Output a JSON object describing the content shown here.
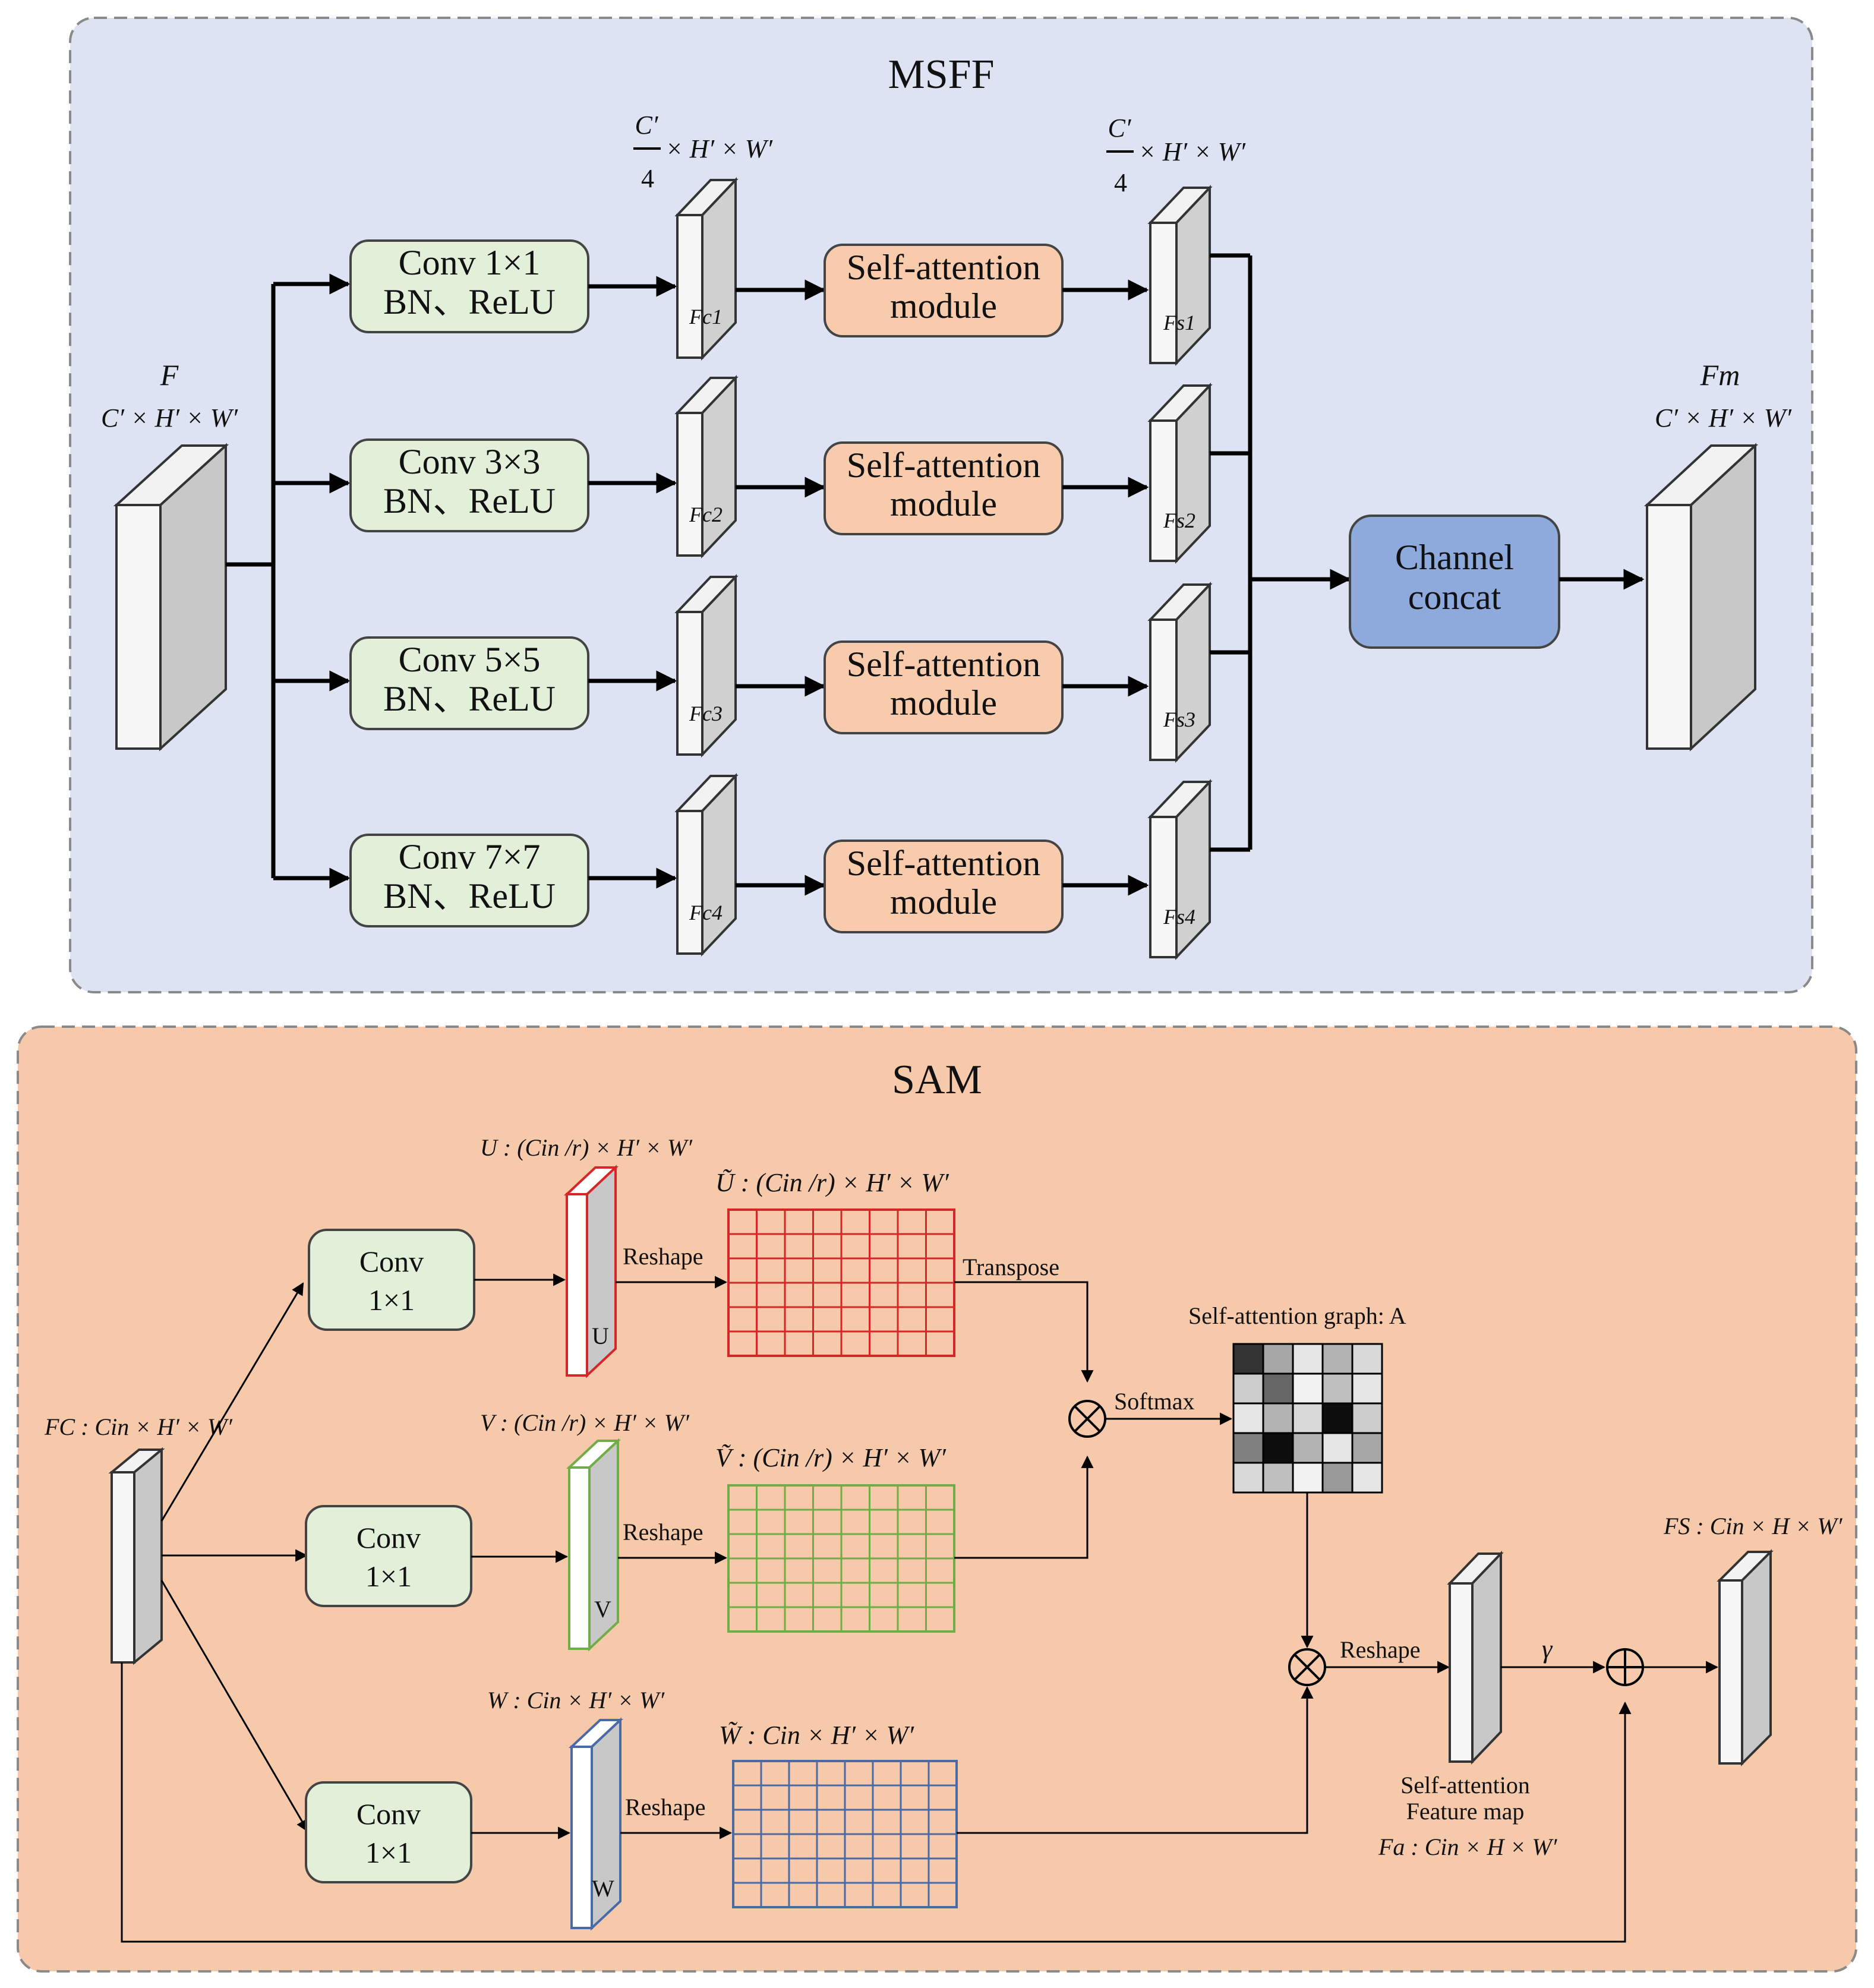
{
  "msff": {
    "title": "MSFF",
    "input": {
      "name": "F",
      "dims": "C′ × H′ × W′"
    },
    "branch_dims": {
      "numerator": "C′",
      "denominator": "4",
      "rest": "× H′ × W′"
    },
    "branches": [
      {
        "conv_line1": "Conv 1×1",
        "conv_line2": "BN、ReLU",
        "fc": "Fc1",
        "attn_line1": "Self-attention",
        "attn_line2": "module",
        "fs": "Fs1"
      },
      {
        "conv_line1": "Conv 3×3",
        "conv_line2": "BN、ReLU",
        "fc": "Fc2",
        "attn_line1": "Self-attention",
        "attn_line2": "module",
        "fs": "Fs2"
      },
      {
        "conv_line1": "Conv 5×5",
        "conv_line2": "BN、ReLU",
        "fc": "Fc3",
        "attn_line1": "Self-attention",
        "attn_line2": "module",
        "fs": "Fs3"
      },
      {
        "conv_line1": "Conv 7×7",
        "conv_line2": "BN、ReLU",
        "fc": "Fc4",
        "attn_line1": "Self-attention",
        "attn_line2": "module",
        "fs": "Fs4"
      }
    ],
    "concat": {
      "line1": "Channel",
      "line2": "concat"
    },
    "output": {
      "name": "Fm",
      "dims": "C′ × H′ × W′"
    }
  },
  "sam": {
    "title": "SAM",
    "input_label": "FC : Cin × H′ × W′",
    "conv_line1": "Conv",
    "conv_line2": "1×1",
    "reshape": "Reshape",
    "transpose": "Transpose",
    "softmax": "Softmax",
    "paths": [
      {
        "map_label": "U : (Cin /r) × H′ × W′",
        "letter": "U",
        "grid_label": "Ũ : (Cin /r) × H′ × W′",
        "color": "#d62728"
      },
      {
        "map_label": "V : (Cin /r) × H′ × W′",
        "letter": "V",
        "grid_label": "Ṽ : (Cin /r) × H′ × W′",
        "color": "#70ad47"
      },
      {
        "map_label": "W : Cin × H′ × W′",
        "letter": "W",
        "grid_label": "W̃ : Cin × H′ × W′",
        "color": "#4a6aa5"
      }
    ],
    "attention_graph_label": "Self-attention graph: A",
    "attention_levels": [
      [
        0.8,
        0.35,
        0.1,
        0.3,
        0.15
      ],
      [
        0.2,
        0.6,
        0.05,
        0.25,
        0.1
      ],
      [
        0.1,
        0.3,
        0.15,
        0.95,
        0.2
      ],
      [
        0.5,
        0.95,
        0.3,
        0.1,
        0.35
      ],
      [
        0.15,
        0.25,
        0.05,
        0.4,
        0.1
      ]
    ],
    "feature_map_line1": "Self-attention",
    "feature_map_line2": "Feature map",
    "fa_label": "Fa : Cin × H × W′",
    "gamma": "γ",
    "output_label": "FS : Cin × H × W′"
  },
  "colors": {
    "msff_bg": "#dde3f2",
    "sam_bg": "#f7c9ab",
    "conv_fill": "#e2efd9",
    "attn_fill": "#f8cbad",
    "concat_fill": "#8ea9db",
    "sam_conv_fill": "#e2efd9"
  }
}
